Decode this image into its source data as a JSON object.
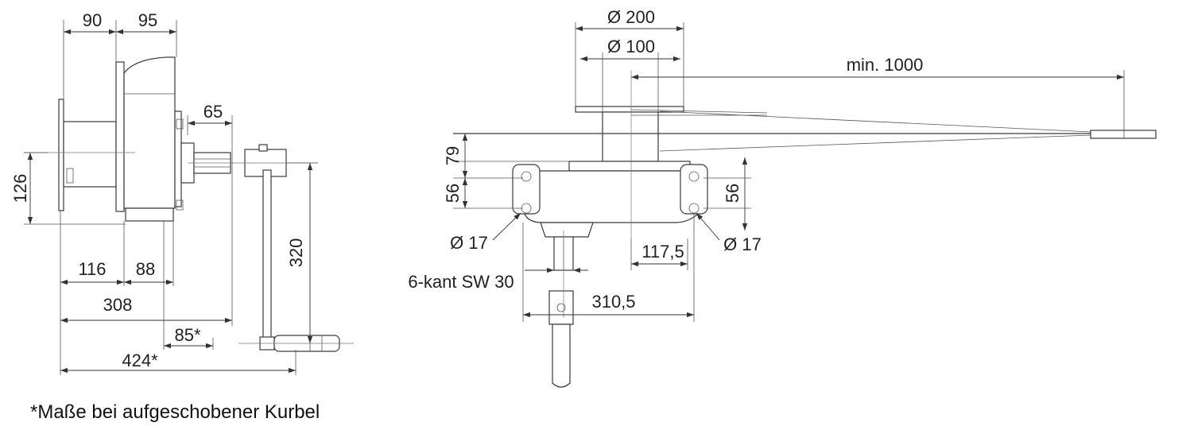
{
  "side_view": {
    "dims": {
      "d90": "90",
      "d95": "95",
      "d65": "65",
      "d126": "126",
      "d116": "116",
      "d88": "88",
      "d308": "308",
      "d85": "85*",
      "d424": "424*",
      "d320": "320"
    }
  },
  "front_view": {
    "dims": {
      "dia200": "Ø 200",
      "dia100": "Ø 100",
      "min1000": "min. 1000",
      "d79": "79",
      "d56_left": "56",
      "d56_right": "56",
      "dia17_left": "Ø 17",
      "dia17_right": "Ø 17",
      "d117_5": "117,5",
      "hex": "6-kant SW 30",
      "d310_5": "310,5"
    }
  },
  "footnote": "*Maße bei aufgeschobener Kurbel"
}
